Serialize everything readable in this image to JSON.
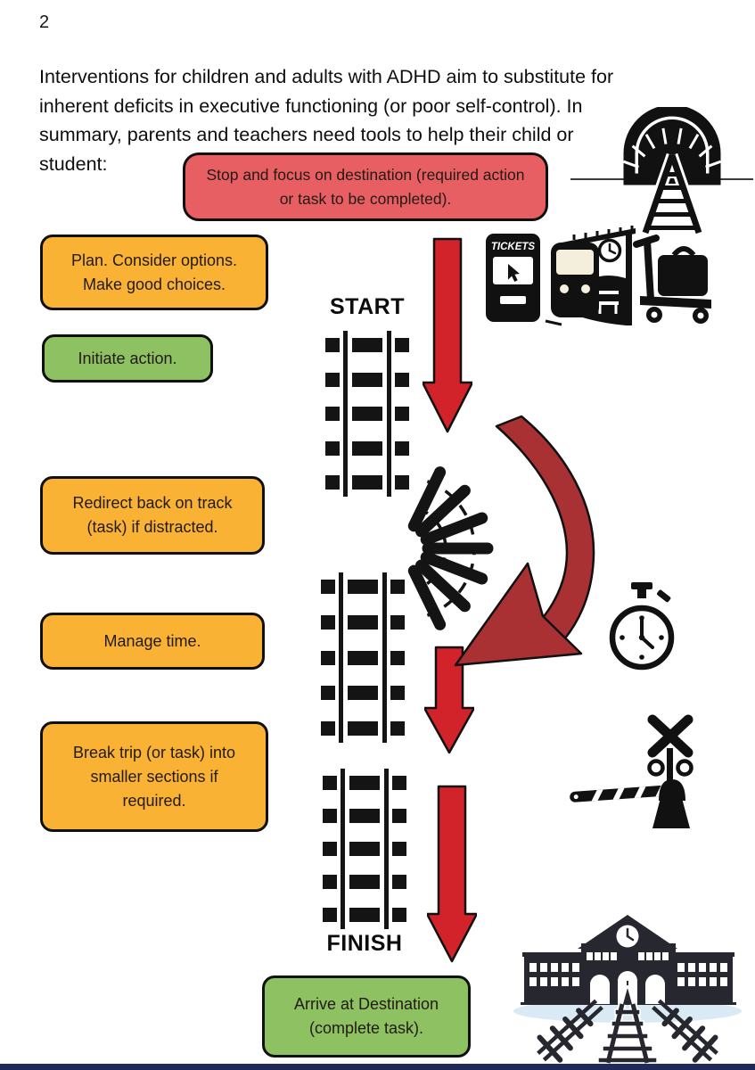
{
  "page": {
    "number": "2"
  },
  "intro": {
    "lines": [
      "Interventions for children and adults with ADHD aim to substitute for",
      "inherent deficits in executive functioning (or poor self-control). In",
      "summary, parents and teachers need tools to help their child or",
      "student:"
    ]
  },
  "diagram": {
    "start_label": "START",
    "finish_label": "FINISH",
    "boxes": {
      "stop": "Stop and focus on destination (required action or task to be completed).",
      "plan": "Plan. Consider options. Make good choices.",
      "initiate": "Initiate action.",
      "redirect": "Redirect back on track (task) if distracted.",
      "manage": "Manage time.",
      "break_trip": "Break trip (or task) into smaller sections if required.",
      "arrive": "Arrive at Destination (complete task)."
    },
    "ticket_machine_label": "TICKETS",
    "icons": [
      "train-tunnel-icon",
      "ticket-machine-icon",
      "train-platform-icon",
      "luggage-cart-icon",
      "stopwatch-icon",
      "level-crossing-icon",
      "train-station-icon"
    ],
    "colors": {
      "stop_box": "#e85f63",
      "orange_box": "#f9b234",
      "green_box": "#8dc162",
      "arrow_red": "#d2232a",
      "curve_arrow_red": "#a93134",
      "track_black": "#141414",
      "footer_bar": "#20295a"
    }
  }
}
